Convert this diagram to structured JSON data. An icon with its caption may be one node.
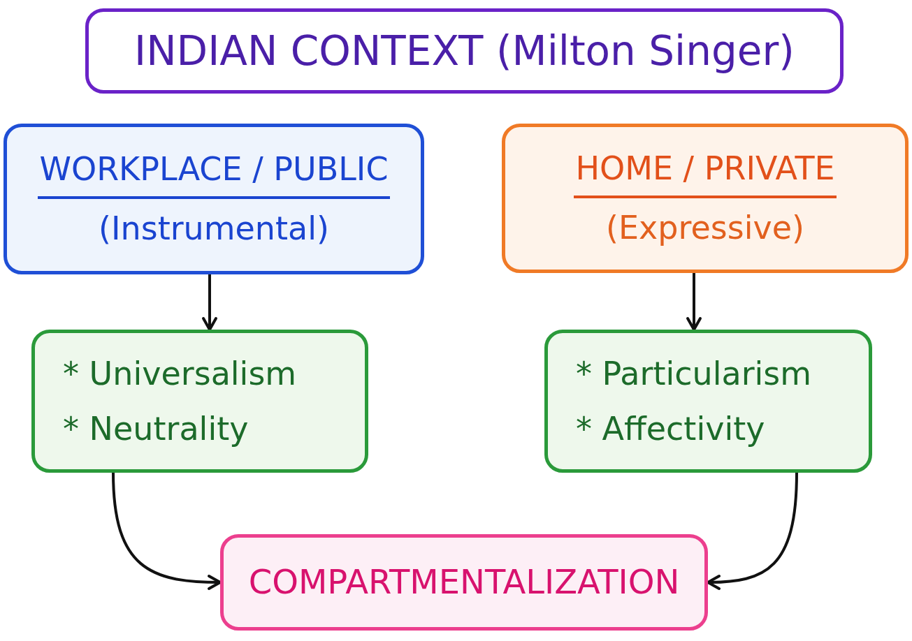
{
  "diagram": {
    "nodes": [
      {
        "text": [
          "INDIAN CONTEXT (Milton Singer)"
        ]
      },
      {
        "text": [
          "WORKPLACE / PUBLIC",
          "(Instrumental)"
        ]
      },
      {
        "text": [
          "HOME / PRIVATE",
          "(Expressive)"
        ]
      },
      {
        "text": [
          "* Universalism",
          "* Neutrality"
        ]
      },
      {
        "text": [
          "* Particularism",
          "* Affectivity"
        ]
      },
      {
        "text": [
          "COMPARTMENTALIZATION"
        ]
      }
    ],
    "edges": [
      {
        "from": 1,
        "to": 3,
        "arrow": "to"
      },
      {
        "from": 2,
        "to": 4,
        "arrow": "to"
      },
      {
        "from": 3,
        "to": 5,
        "arrow": "to"
      },
      {
        "from": 4,
        "to": 5,
        "arrow": "to"
      }
    ]
  }
}
